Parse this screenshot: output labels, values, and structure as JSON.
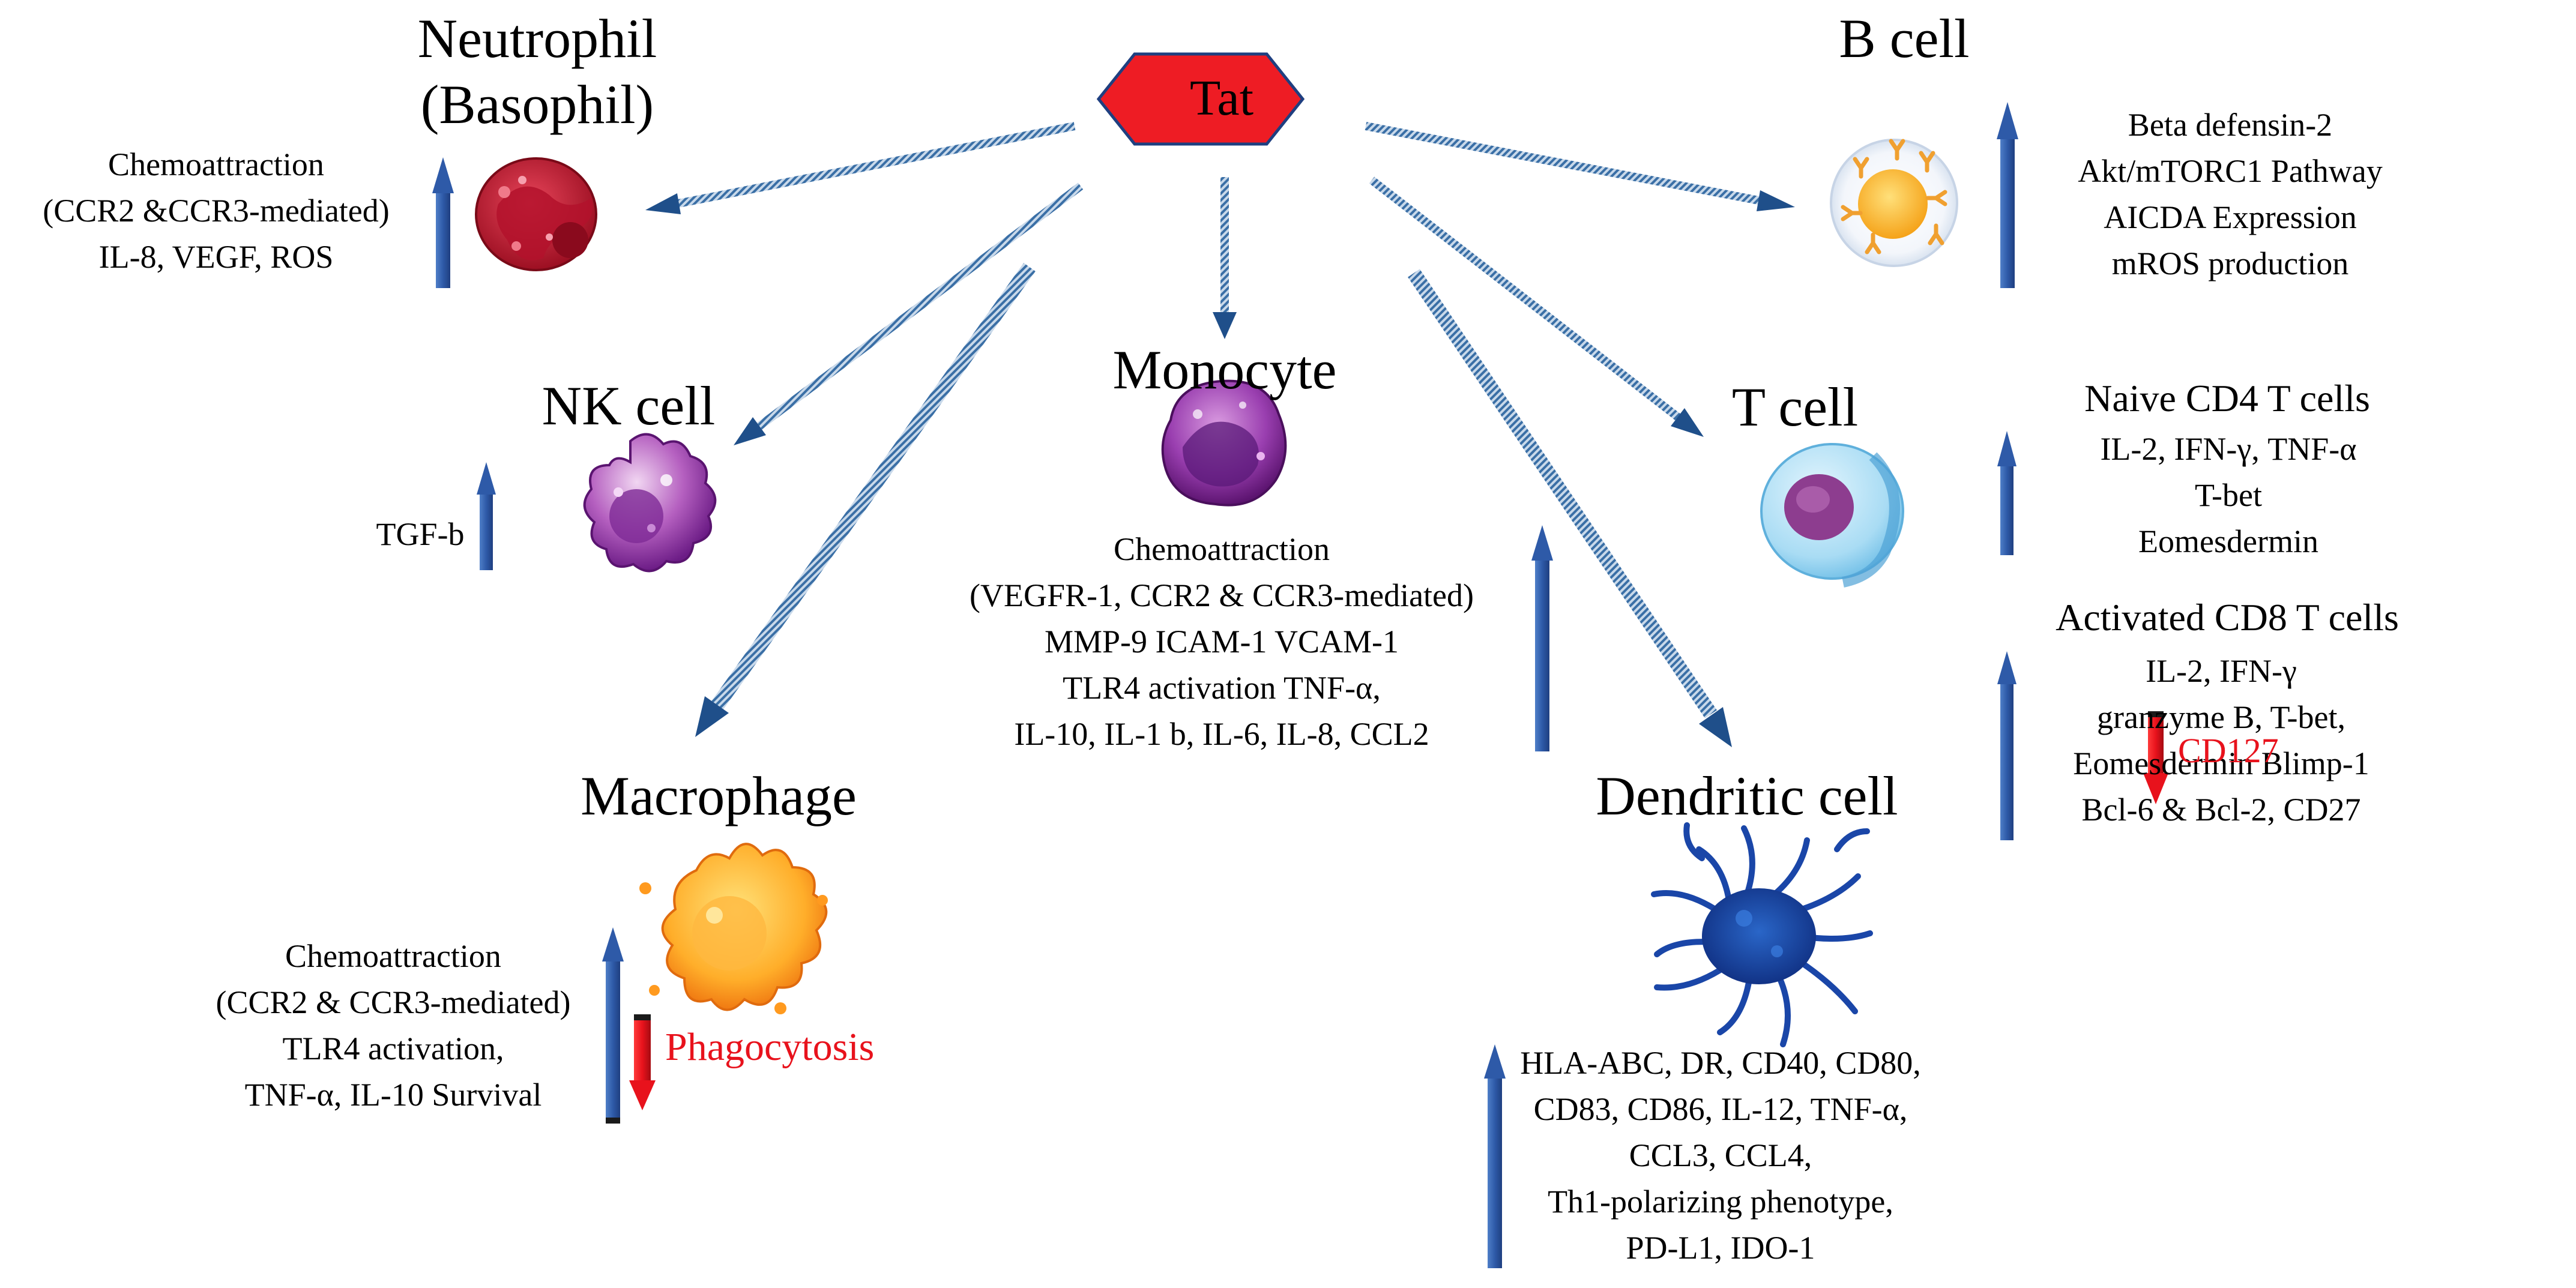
{
  "center": {
    "label": "Tat"
  },
  "cells": {
    "neutrophil": {
      "title_1": "Neutrophil",
      "title_2": "(Basophil)",
      "up_lines": [
        "Chemoattraction",
        "(CCR2 &CCR3-mediated)",
        "IL-8, VEGF, ROS"
      ]
    },
    "b_cell": {
      "title": "B cell",
      "up_lines": [
        "Beta defensin-2",
        "Akt/mTORC1 Pathway",
        "AICDA Expression",
        "mROS production"
      ]
    },
    "nk_cell": {
      "title": "NK cell",
      "up_lines": [
        "TGF-b"
      ]
    },
    "monocyte": {
      "title": "Monocyte",
      "up_lines": [
        "Chemoattraction",
        "(VEGFR-1, CCR2 & CCR3-mediated)",
        "MMP-9 ICAM-1  VCAM-1",
        "TLR4 activation TNF-α,",
        "IL-10, IL-1 b, IL-6, IL-8, CCL2"
      ]
    },
    "t_cell": {
      "title": "T cell",
      "naive": {
        "heading": "Naive CD4 T cells",
        "up_lines": [
          "IL-2, IFN-γ, TNF-α",
          "T-bet",
          "Eomesdermin"
        ]
      },
      "cd8": {
        "heading": "Activated CD8 T cells",
        "up_lines": [
          "IL-2, IFN-γ",
          "granzyme B, T-bet,",
          "Eomesdermin Blimp-1",
          "Bcl-6 & Bcl-2, CD27"
        ],
        "down_label": "CD127"
      }
    },
    "macrophage": {
      "title": "Macrophage",
      "up_lines": [
        "Chemoattraction",
        "(CCR2 & CCR3-mediated)",
        "TLR4 activation,",
        "TNF-α, IL-10 Survival"
      ],
      "down_label": "Phagocytosis"
    },
    "dendritic": {
      "title": "Dendritic cell",
      "up_lines": [
        "HLA-ABC, DR, CD40, CD80,",
        "CD83, CD86, IL-12, TNF-α,",
        "CCL3, CCL4,",
        "Th1-polarizing phenotype,",
        "PD-L1, IDO-1"
      ]
    }
  },
  "colors": {
    "up_arrow": "#2e5aa8",
    "down_arrow": "#e8121c",
    "tat_fill": "#ee1c24",
    "connector": "#3a6fa6",
    "text_red": "#e8121c"
  },
  "icons": [
    "neutrophil-cell-icon",
    "b-cell-icon",
    "nk-cell-icon",
    "monocyte-cell-icon",
    "t-cell-icon",
    "macrophage-cell-icon",
    "dendritic-cell-icon"
  ]
}
